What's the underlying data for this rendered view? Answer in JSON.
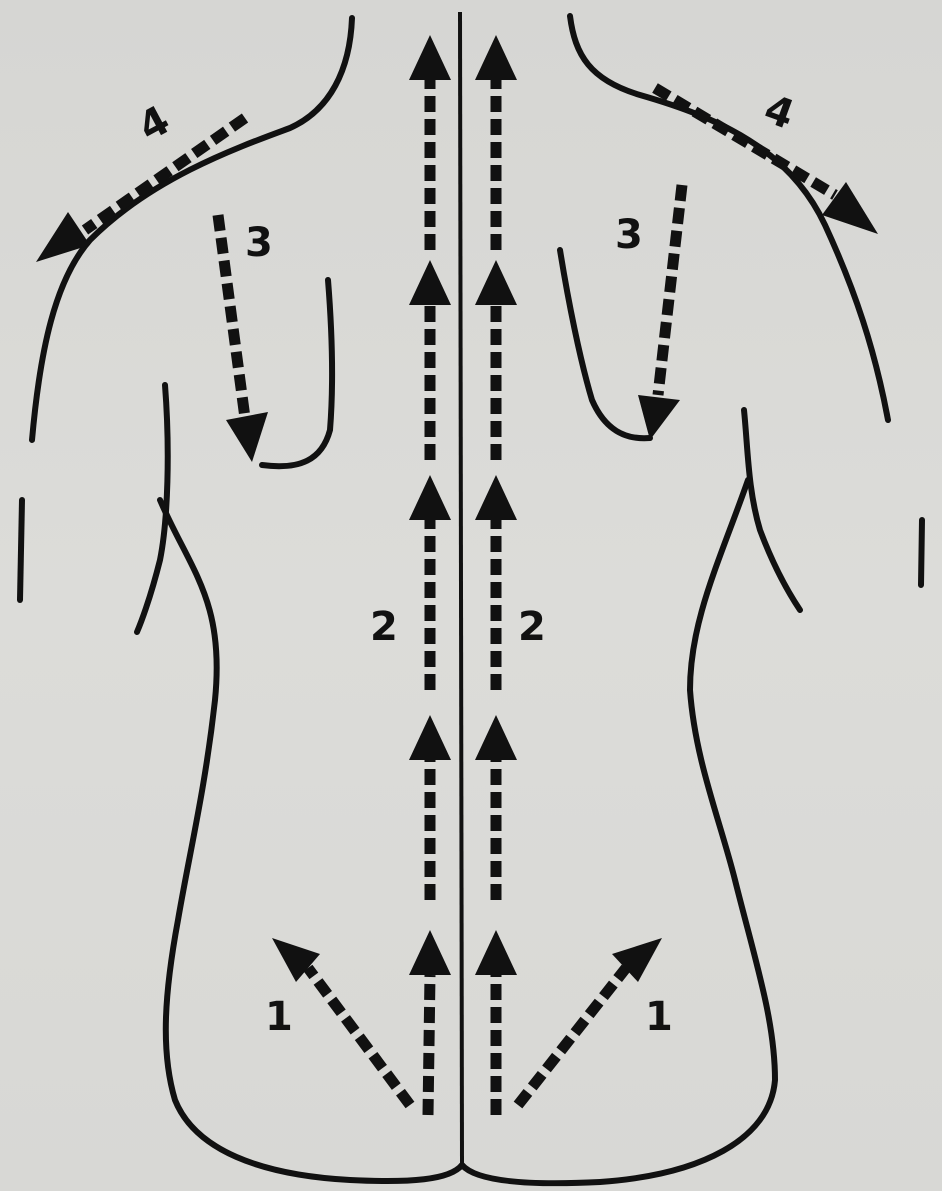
{
  "labels": {
    "step1_left": "1",
    "step1_right": "1",
    "step2_left": "2",
    "step2_right": "2",
    "step3_left": "3",
    "step3_right": "3",
    "step4_left": "4",
    "step4_right": "4"
  }
}
